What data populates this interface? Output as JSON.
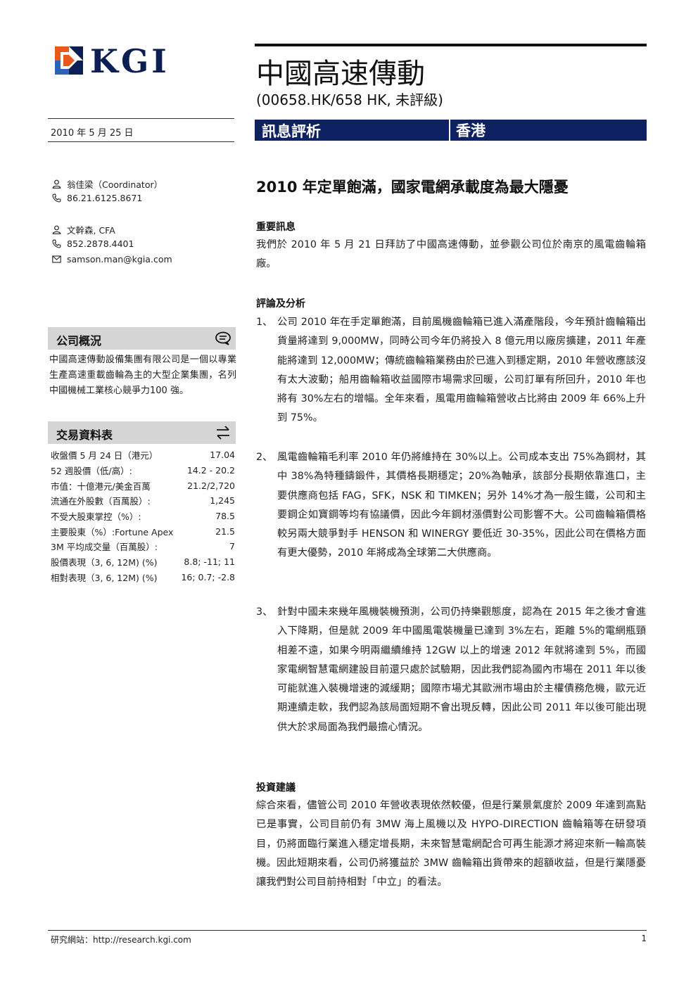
{
  "logo": {
    "text": "KGI",
    "colors": {
      "navy": "#0c1f55",
      "orange": "#e8581e",
      "blue": "#2a63b8"
    }
  },
  "header": {
    "title": "中國高速傳動",
    "ticker": "(00658.HK/658 HK, 未評級)",
    "banner_left": "訊息評析",
    "banner_right": "香港",
    "banner_color": "#0e2163"
  },
  "date": "2010 年 5 月 25 日",
  "contacts": [
    {
      "icon": "person-icon",
      "text": "翁佳梁（Coordinator）"
    },
    {
      "icon": "phone-icon",
      "text": "86.21.6125.8671"
    },
    {
      "icon": "person-icon",
      "text": "文幹森, CFA"
    },
    {
      "icon": "phone-icon",
      "text": "852.2878.4401"
    },
    {
      "icon": "mail-icon",
      "text": "samson.man@kgia.com"
    }
  ],
  "overview": {
    "heading": "公司概況",
    "icon": "speech-bubble-icon",
    "text": "中國高速傳動設備集團有限公司是一個以專業生產高速重載齒輪為主的大型企業集團，名列中國機械工業核心競爭力100 強。"
  },
  "trade": {
    "heading": "交易資料表",
    "icon": "exchange-arrows-icon",
    "rows": [
      {
        "label": "收盤價 5 月 24 日（港元）",
        "value": "17.04"
      },
      {
        "label": "52 週股價（低/高）:",
        "value": "14.2 - 20.2"
      },
      {
        "label": "市值：十億港元/美金百萬",
        "value": "21.2/2,720"
      },
      {
        "label": "流通在外股數（百萬股）:",
        "value": "1,245"
      },
      {
        "label": "不受大股東掌控（%）:",
        "value": "78.5"
      },
      {
        "label": "主要股東（%）:Fortune Apex",
        "value": "21.5"
      },
      {
        "label": "3M 平均成交量（百萬股）:",
        "value": "7"
      },
      {
        "label": "股價表現（3, 6, 12M) (%)",
        "value": "8.8; -11; 11"
      },
      {
        "label": "相對表現（3, 6, 12M) (%)",
        "value": "16; 0.7; -2.8"
      }
    ]
  },
  "main": {
    "headline": "2010 年定單飽滿，國家電網承載度為最大隱憂",
    "key_heading": "重要訊息",
    "key_text": "我們於 2010 年 5 月 21 日拜訪了中國高速傳動，並參觀公司位於南京的風電齒輪箱廠。",
    "analysis_heading": "評論及分析",
    "items": [
      {
        "num": "1、",
        "text": "公司 2010 年在手定單飽滿，目前風機齒輪箱已進入滿產階段，今年預計齒輪箱出貨量將達到 9,000MW，同時公司今年仍將投入 8 億元用以廠房擴建，2011 年產能將達到 12,000MW；傳統齒輪箱業務由於已進入到穩定期，2010 年營收應該沒有太大波動；船用齒輪箱收益國際市場需求回暖，公司訂單有所回升，2010 年也將有 30%左右的增幅。全年來看，風電用齒輪箱營收占比將由 2009 年 66%上升到 75%。"
      },
      {
        "num": "2、",
        "text": "風電齒輪箱毛利率 2010 年仍將維持在 30%以上。公司成本支出 75%為鋼材，其中 38%為特種鑄鍛件，其價格長期穩定；20%為軸承，該部分長期依靠進口，主要供應商包括 FAG，SFK，NSK 和 TIMKEN；另外 14%才為一般生鐵，公司和主要鋼企如寶鋼等均有協議價，因此今年鋼材漲價對公司影響不大。公司齒輪箱價格較另兩大競爭對手 HENSON 和 WINERGY 要低近 30-35%，因此公司在價格方面有更大優勢，2010 年將成為全球第二大供應商。"
      },
      {
        "num": "3、",
        "text": "針對中國未來幾年風機裝機預測，公司仍持樂觀態度，認為在 2015 年之後才會進入下降期，但是就 2009 年中國風電裝機量已達到 3%左右，距離 5%的電網瓶頸相差不遠，如果今明兩繼續維持 12GW 以上的增速 2012 年就將達到 5%，而國家電網智慧電網建設目前還只處於試驗期，因此我們認為國內市場在 2011 年以後可能就進入裝機增速的減緩期；國際市場尤其歐洲市場由於主權債務危機，歐元近期連續走軟，我們認為該局面短期不會出現反轉，因此公司 2011 年以後可能出現供大於求局面為我們最擔心情況。"
      }
    ],
    "invest_heading": "投資建議",
    "invest_text": "綜合來看，儘管公司 2010 年營收表現依然較優，但是行業景氣度於 2009 年達到高點已是事實，公司目前仍有 3MW 海上風機以及 HYPO-DIRECTION 齒輪箱等在研發項目，仍將面臨行業進入穩定增長期，未來智慧電網配合可再生能源才將迎來新一輪高裝機。因此短期來看，公司仍將獲益於 3MW 齒輪箱出貨帶來的超額收益，但是行業隱憂讓我們對公司目前持相對「中立」的看法。"
  },
  "footer": {
    "left": "研究網站：http://research.kgi.com",
    "page": "1"
  }
}
